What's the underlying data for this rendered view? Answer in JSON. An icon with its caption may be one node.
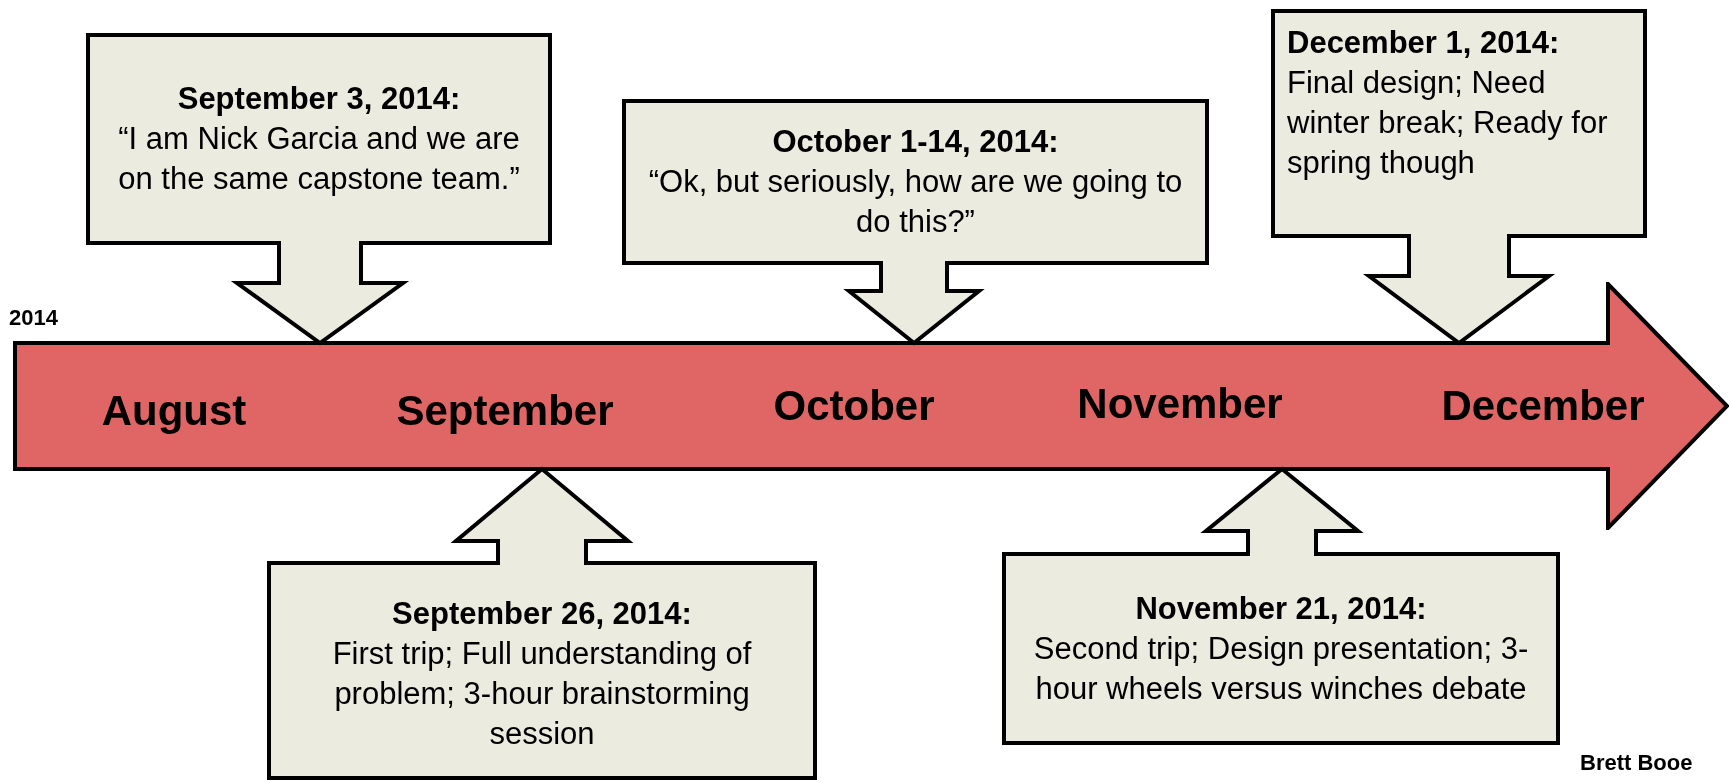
{
  "diagram": {
    "nodes": [
      {
        "text": [
          "September 3, 2014:",
          "“I am Nick Garcia and we are on the same capstone team.”"
        ]
      },
      {
        "text": [
          "October 1-14, 2014:",
          "“Ok, but seriously, how are we going to do this?”"
        ]
      },
      {
        "text": [
          "December 1, 2014:",
          "Final design; Need winter break; Ready for spring though"
        ]
      },
      {
        "text": [
          "August",
          "September",
          "October",
          "November",
          "December"
        ]
      },
      {
        "text": [
          "September 26, 2014:",
          "First trip; Full understanding of problem; 3-hour brainstorming session"
        ]
      },
      {
        "text": [
          "November 21, 2014:",
          "Second trip; Design presentation; 3-hour wheels versus winches debate"
        ]
      }
    ],
    "edges": [
      {
        "from": 0,
        "to": 3,
        "arrow": "to"
      },
      {
        "from": 1,
        "to": 3,
        "arrow": "to"
      },
      {
        "from": 2,
        "to": 3,
        "arrow": "to"
      },
      {
        "from": 4,
        "to": 3,
        "arrow": "to"
      },
      {
        "from": 5,
        "to": 3,
        "arrow": "to"
      }
    ],
    "labels": [
      "2014",
      "Brett Booe"
    ]
  }
}
